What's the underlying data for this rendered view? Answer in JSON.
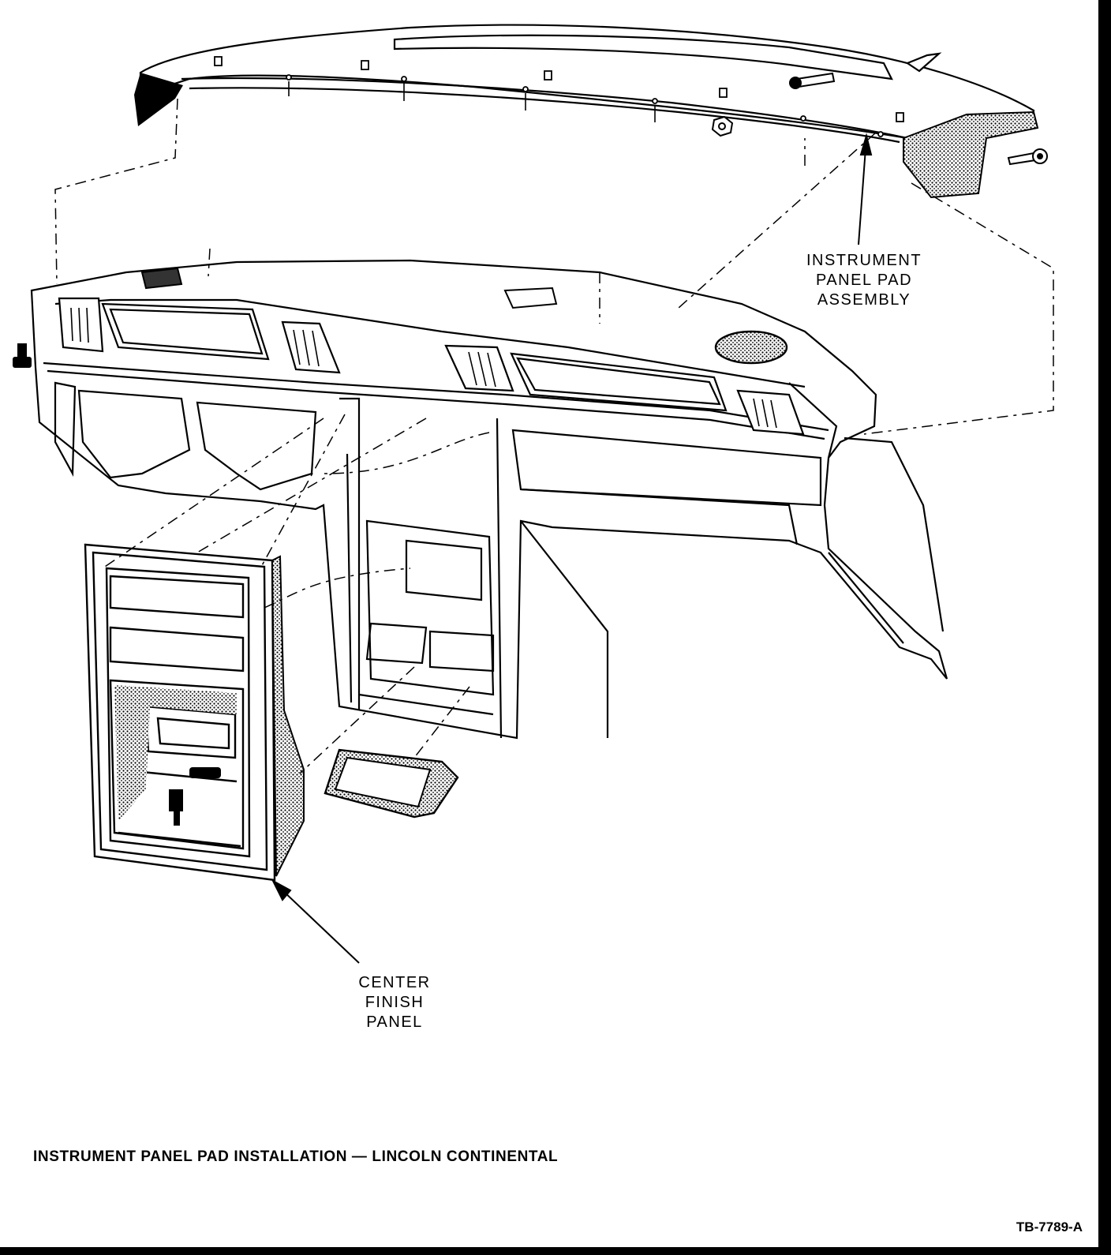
{
  "labels": {
    "pad_assembly": [
      "INSTRUMENT",
      "PANEL PAD",
      "ASSEMBLY"
    ],
    "center_finish_panel": [
      "CENTER",
      "FINISH",
      "PANEL"
    ]
  },
  "caption": "INSTRUMENT PANEL PAD INSTALLATION — LINCOLN CONTINENTAL",
  "figure_id": "TB-7789-A",
  "colors": {
    "ink": "#000000",
    "paper": "#ffffff",
    "shade": "#555555"
  }
}
